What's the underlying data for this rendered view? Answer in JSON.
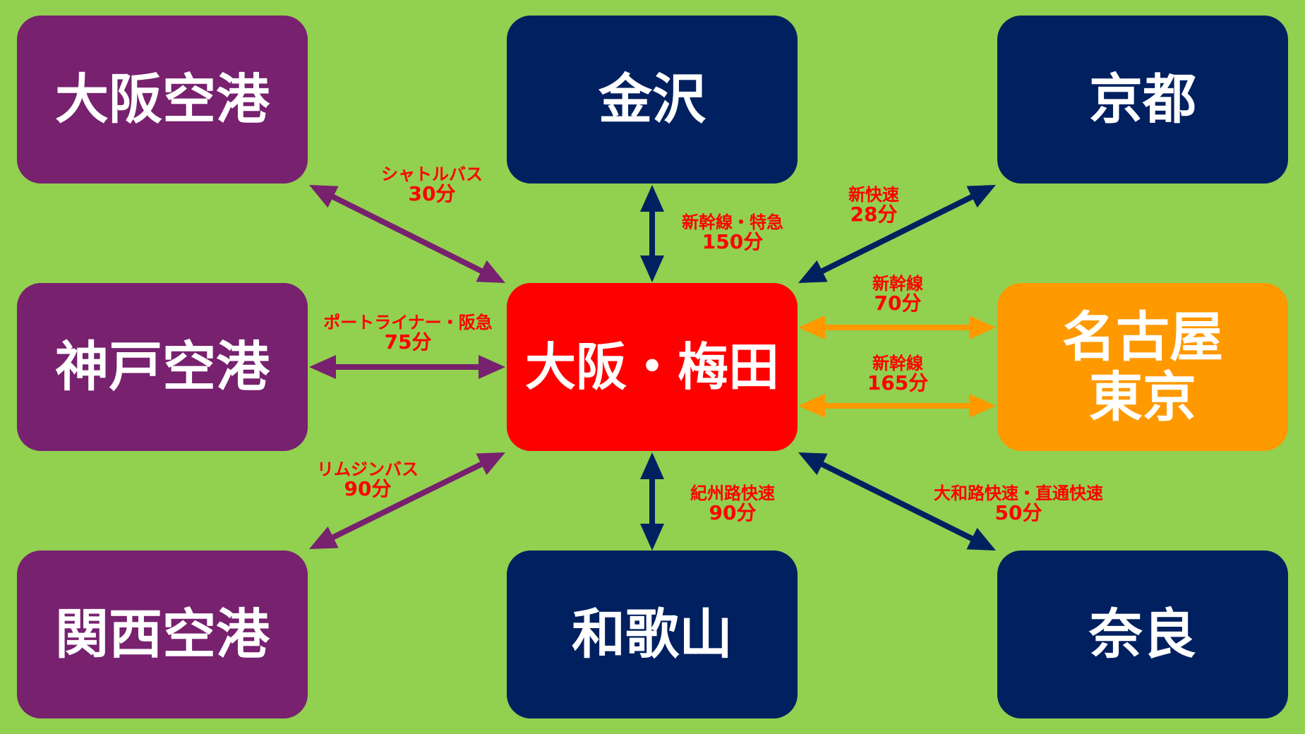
{
  "nodes": {
    "osaka_airport": "大阪空港",
    "kanazawa": "金沢",
    "kyoto": "京都",
    "kobe_airport": "神戸空港",
    "umeda": "大阪・梅田",
    "nagoya_tokyo": "名古屋\n東京",
    "kansai_airport": "関西空港",
    "wakayama": "和歌山",
    "nara": "奈良"
  },
  "links": {
    "osaka_airport": {
      "route": "シャトルバス",
      "time": "30分"
    },
    "kanazawa": {
      "route": "新幹線・特急",
      "time": "150分"
    },
    "kyoto": {
      "route": "新快速",
      "time": "28分"
    },
    "kobe_airport": {
      "route": "ポートライナー・阪急",
      "time": "75分"
    },
    "nagoya": {
      "route": "新幹線",
      "time": "70分"
    },
    "tokyo": {
      "route": "新幹線",
      "time": "165分"
    },
    "kansai_airport": {
      "route": "リムジンバス",
      "time": "90分"
    },
    "wakayama": {
      "route": "紀州路快速",
      "time": "90分"
    },
    "nara": {
      "route": "大和路快速・直通快速",
      "time": "50分"
    }
  },
  "colors": {
    "background": "#92d050",
    "airport": "#77216f",
    "city": "#002060",
    "hub": "#ff0000",
    "shinkansen_dest": "#ff9900",
    "label_text": "#ff0000"
  }
}
